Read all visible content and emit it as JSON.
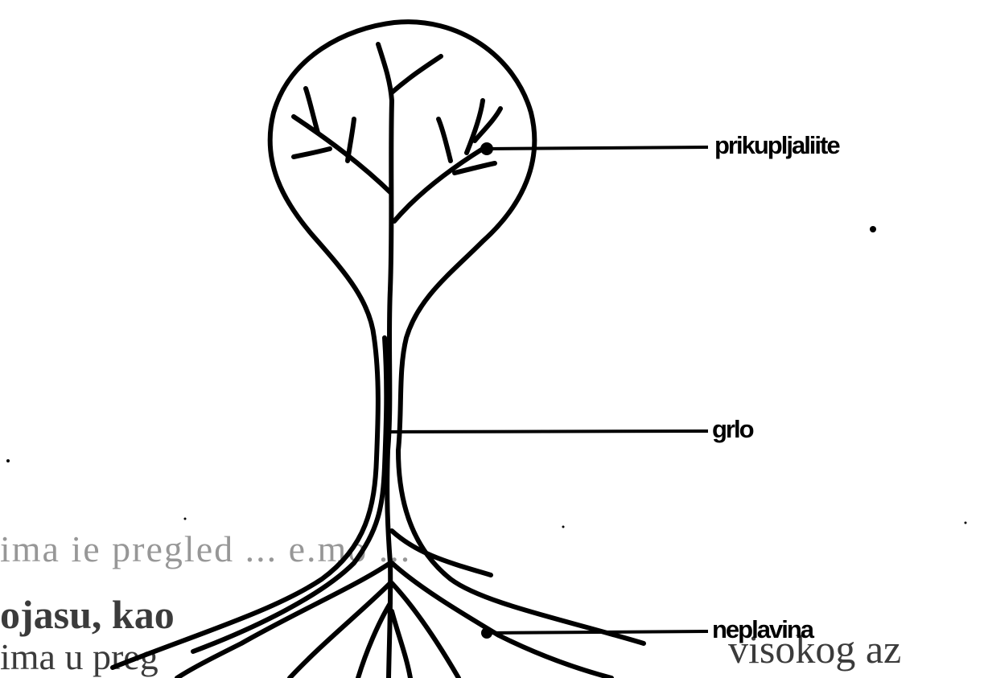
{
  "diagram": {
    "labels": {
      "top": "prikupljaliite",
      "middle": "grlo",
      "bottom": "neplavina"
    }
  },
  "background_text": {
    "line1": "ima ie pregled ... e.mo ...",
    "line2": "ojasu, kao",
    "line3": "ima u preg",
    "line4": "visokog az"
  },
  "colors": {
    "ink": "#000000",
    "paper": "#ffffff"
  }
}
